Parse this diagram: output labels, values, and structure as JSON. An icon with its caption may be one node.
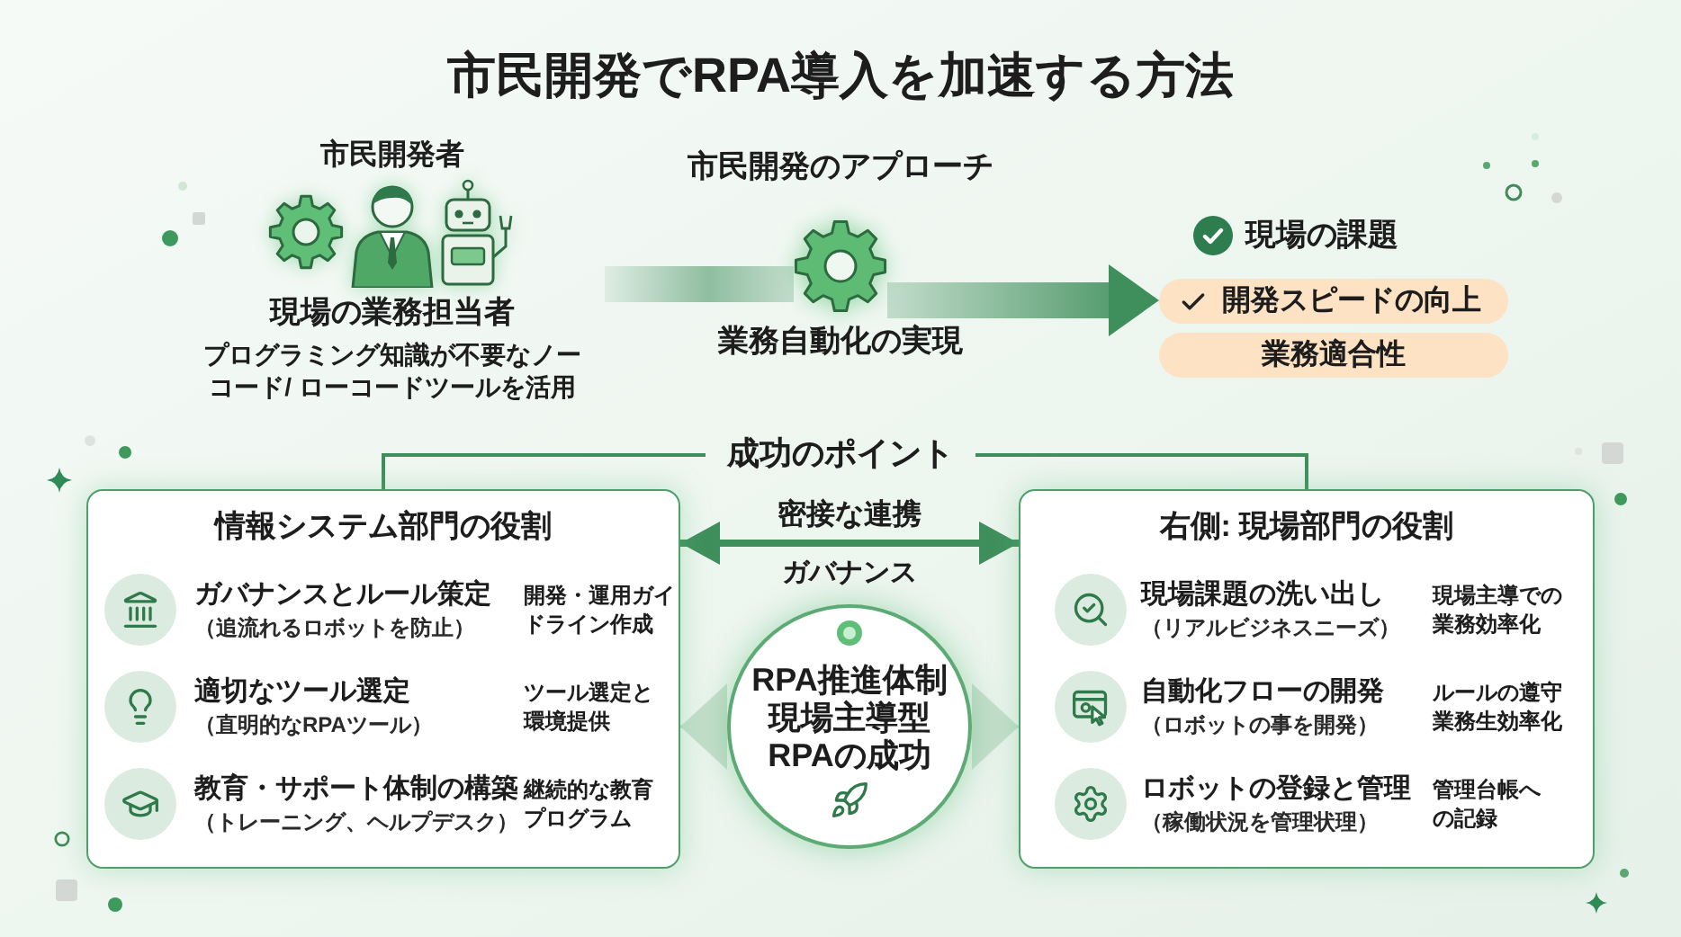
{
  "diagram": {
    "title": "市民開発でRPA導入を加速する方法",
    "nodes": [
      {
        "text": [
          "市民開発者",
          "現場の業務担当者",
          "プログラミング知識が不要なノーコード/ ローコードツールを活用"
        ]
      },
      {
        "text": [],
        "shape": "picture",
        "beside": [
          "業務自動化の実現"
        ]
      },
      {
        "text": [
          "現場の課題"
        ]
      },
      {
        "text": [
          "開発スピードの向上"
        ]
      },
      {
        "text": [
          "業務適合性"
        ]
      },
      {
        "text": [
          "成功のポイント"
        ]
      },
      {
        "text": [
          "情報システム部門の役割",
          "ガバナンスとルール策定",
          "（追流れるロボットを防止）",
          "開発・運用ガイドライン作成",
          "適切なツール選定",
          "（直明的なRPAツール）",
          "ツール選定と環境提供",
          "教育・サポート体制の構築",
          "（トレーニング、ヘルプデスク）",
          "継続的な教育プログラム"
        ]
      },
      {
        "text": [
          "RPA推進体制",
          "現場主導型",
          "RPAの成功"
        ]
      },
      {
        "text": [
          "右側: 現場部門の役割",
          "現場課題の洗い出し",
          "（リアルビジネスニーズ）",
          "現場主導での業務効率化",
          "自動化フローの開発",
          "（ロボットの事を開発）",
          "ルールの遵守業務生効率化",
          "ロボットの登録と管理",
          "（稼働状況を管理状理）",
          "管理台帳への記録"
        ]
      }
    ],
    "edges": [
      {
        "from": 0,
        "to": 1,
        "arrow": "none",
        "style": "thick"
      },
      {
        "from": 1,
        "to": 3,
        "arrow": "to",
        "style": "thick"
      },
      {
        "from": 5,
        "to": 6,
        "arrow": "none"
      },
      {
        "from": 5,
        "to": 8,
        "arrow": "none"
      },
      {
        "from": 6,
        "to": 8,
        "arrow": "both",
        "label": "密接な連携",
        "style": "thick"
      },
      {
        "from": 7,
        "to": 6,
        "arrow": "to",
        "color": "#c6dfcc"
      },
      {
        "from": 7,
        "to": 8,
        "arrow": "to",
        "color": "#c6dfcc"
      }
    ],
    "labels": [
      "市民開発のアプローチ",
      "ガバナンス"
    ]
  }
}
